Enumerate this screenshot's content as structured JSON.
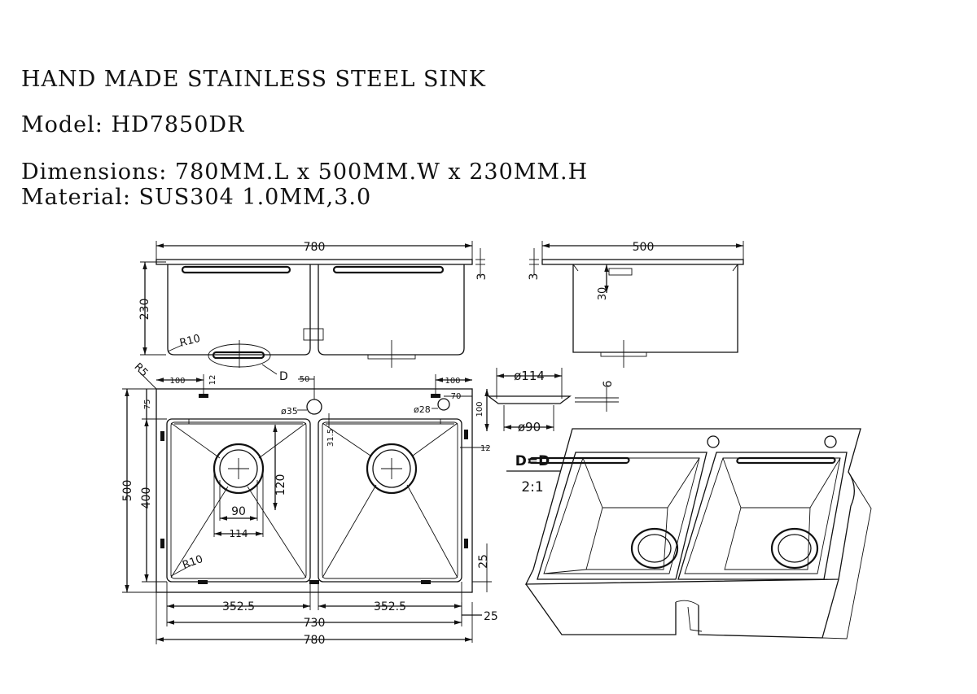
{
  "header": {
    "title": "HAND MADE STAINLESS STEEL SINK",
    "model": "Model: HD7850DR",
    "dimensions": "Dimensions: 780MM.L x 500MM.W x 230MM.H",
    "material": "Material: SUS304 1.0MM,3.0"
  },
  "front_view": {
    "width": "780",
    "height": "230",
    "lip": "3",
    "radius": "R10",
    "detail_mark": "D"
  },
  "side_view": {
    "width": "500",
    "lip": "3",
    "depth": "30"
  },
  "top_view": {
    "overall_width": "780",
    "inner_width": "730",
    "bowl_left": "352.5",
    "bowl_right": "352.5",
    "overall_depth": "500",
    "inner_depth": "400",
    "front_gap": "25",
    "rear_gap": "75",
    "corner_radius": "R5",
    "bowl_radius": "R10",
    "tap_left": "100",
    "tap_left_offset": "12",
    "tap_mid": "50",
    "tap_right": "100",
    "hole_large": "ø35",
    "hole_small": "ø28",
    "hole_small_off": "70",
    "side_depth": "100",
    "side_gap": "12",
    "hole_depth": "31.5",
    "drain_depth": "120",
    "drain_inner": "90",
    "drain_outer": "114",
    "side_gap_right": "25"
  },
  "detail": {
    "outer_dia": "ø114",
    "inner_dia": "ø90",
    "thickness": "6",
    "label": "D=D",
    "scale": "2:1"
  }
}
